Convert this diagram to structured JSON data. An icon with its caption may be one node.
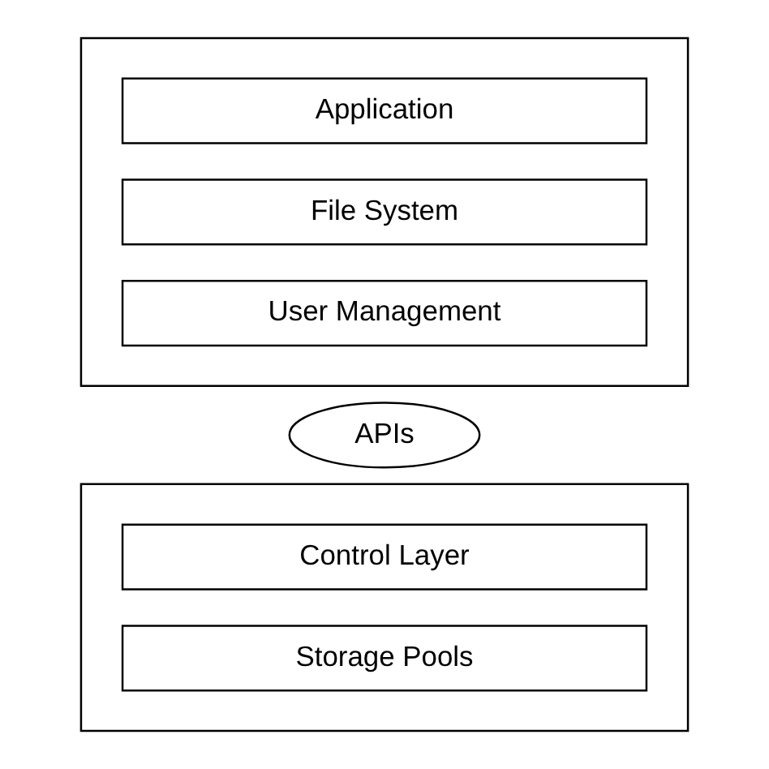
{
  "diagram": {
    "nodes": [
      {
        "text": [],
        "shape": "box"
      },
      {
        "text": [
          "Application"
        ],
        "in": 0
      },
      {
        "text": [
          "File System"
        ],
        "in": 0
      },
      {
        "text": [
          "User Management"
        ],
        "in": 0
      },
      {
        "text": [
          "APIs"
        ]
      },
      {
        "text": [],
        "shape": "box"
      },
      {
        "text": [
          "Control Layer"
        ],
        "in": 5
      },
      {
        "text": [
          "Storage Pools"
        ],
        "in": 5
      }
    ]
  }
}
